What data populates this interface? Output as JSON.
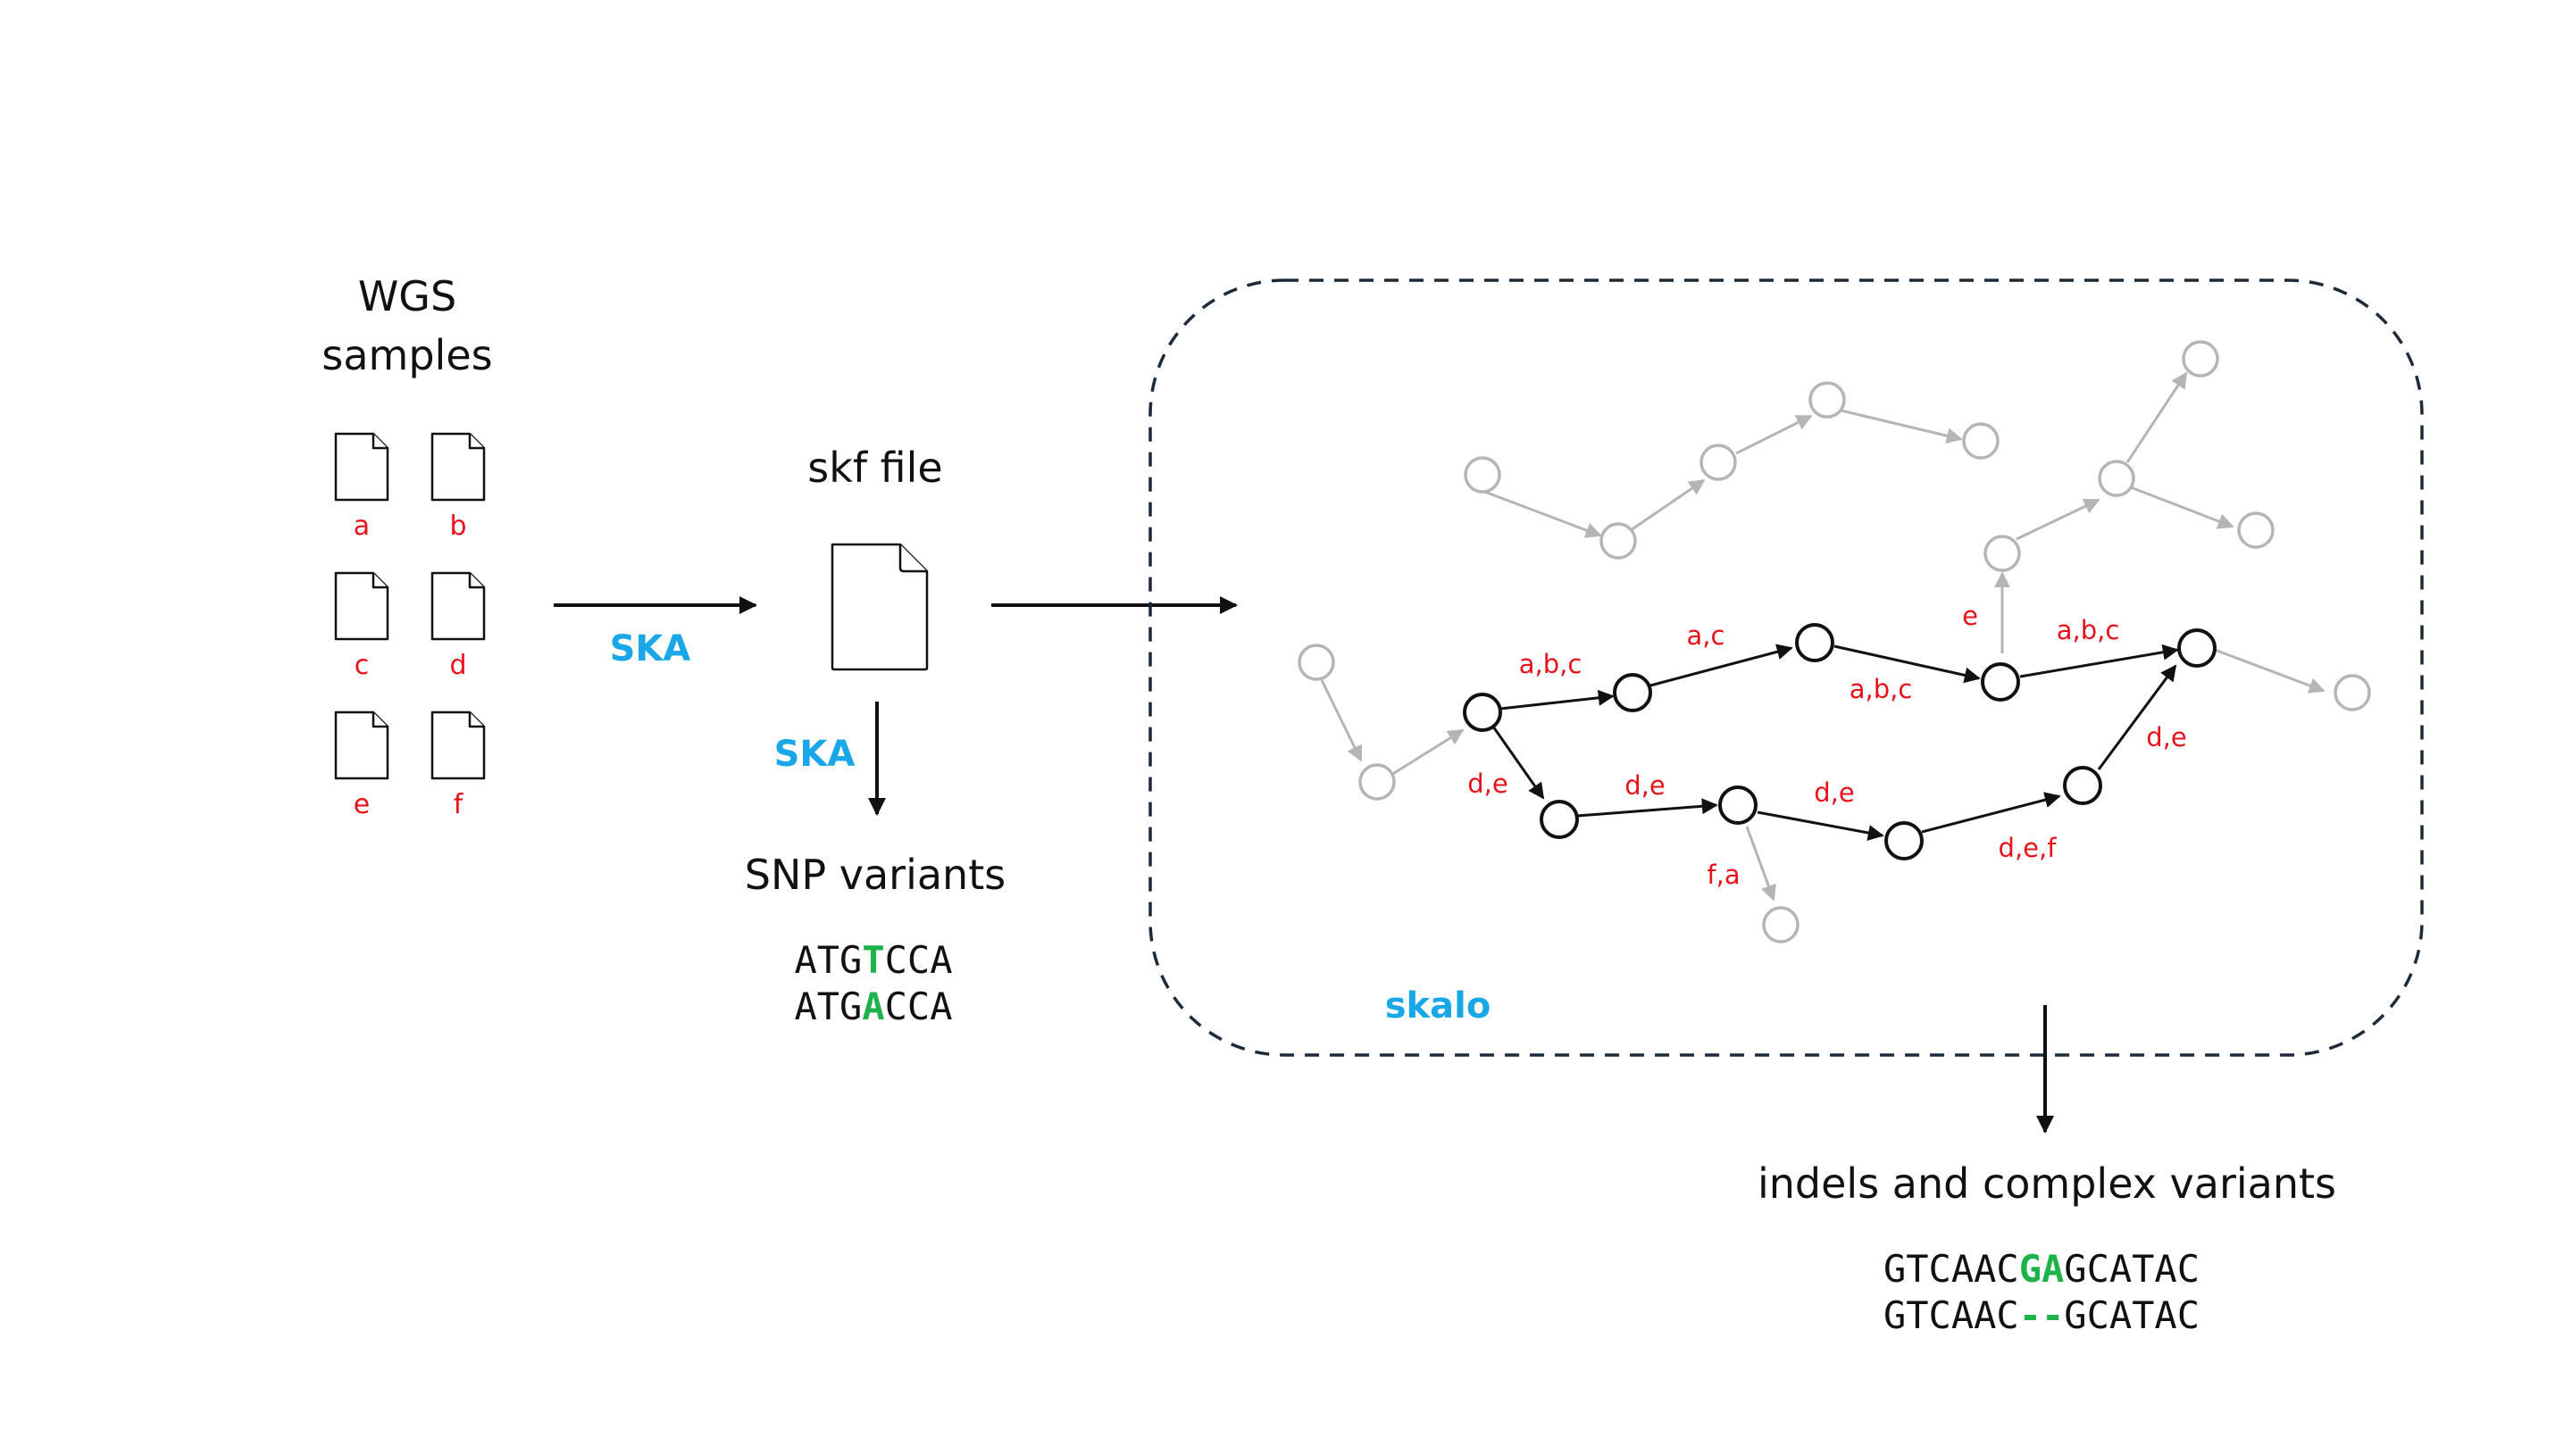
{
  "input": {
    "title_line1": "WGS",
    "title_line2": "samples",
    "samples": [
      "a",
      "b",
      "c",
      "d",
      "e",
      "f"
    ]
  },
  "steps": {
    "ska_label_1": "SKA",
    "ska_label_2": "SKA",
    "skf_title": "skf file",
    "snp_title": "SNP variants",
    "skalo_label": "skalo",
    "indel_title": "indels and complex variants"
  },
  "snp_sequences": [
    {
      "prefix": "ATG",
      "highlight": "T",
      "suffix": "CCA"
    },
    {
      "prefix": "ATG",
      "highlight": "A",
      "suffix": "CCA"
    }
  ],
  "indel_sequences": [
    {
      "prefix": "GTCAAC",
      "highlight": "GA",
      "suffix": "GCATAC"
    },
    {
      "prefix": "GTCAAC",
      "highlight": "--",
      "suffix": "GCATAC"
    }
  ],
  "graph_edge_labels": [
    "a,b,c",
    "a,c",
    "a,b,c",
    "e",
    "a,b,c",
    "d,e",
    "d,e",
    "d,e",
    "d,e,f",
    "d,e",
    "f,a"
  ],
  "colors": {
    "tool_label": "#1aa7e8",
    "sample_label": "#e8121a",
    "variant_highlight": "#1db34a",
    "grey_graph": "#b5b5b5",
    "frame": "#1d2a3a"
  }
}
